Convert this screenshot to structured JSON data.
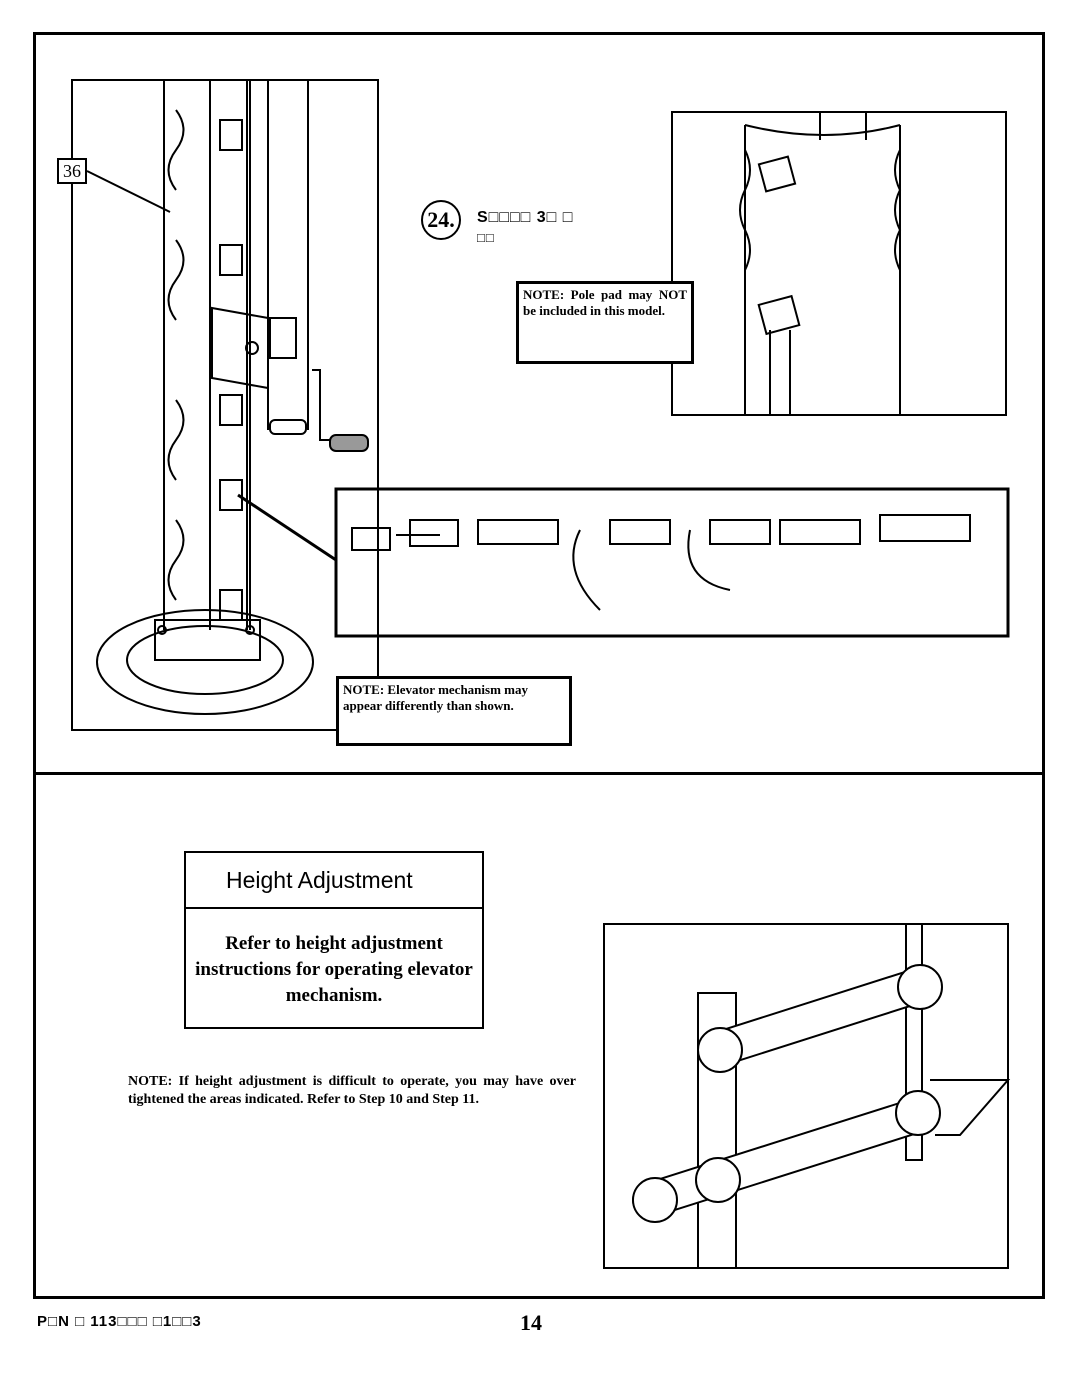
{
  "callout": {
    "part_number": "36"
  },
  "step": {
    "number": "24.",
    "title": "S□□□□ 3□ □",
    "subtitle": "□□"
  },
  "notes": {
    "pole_pad": "NOTE:  Pole pad may NOT be included in this model.",
    "elevator": "NOTE:  Elevator mechanism may appear differently than shown."
  },
  "height_adjustment": {
    "title": "Height Adjustment",
    "body": "Refer to height adjustment instructions for operating elevator mechanism.",
    "note": "NOTE: If height adjustment is difficult to operate, you may have over tightened the areas indicated.  Refer to Step 10 and Step 11."
  },
  "footer": {
    "part_label": "P□N □ 113□□□  □1□□3",
    "page_number": "14"
  }
}
